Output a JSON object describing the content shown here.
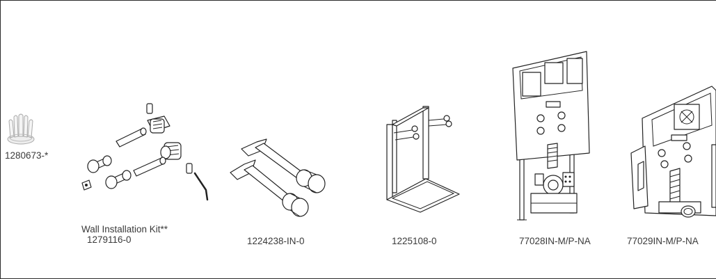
{
  "parts": [
    {
      "id": "cover",
      "label": "1280673-*"
    },
    {
      "id": "wall-kit",
      "title": "Wall Installation Kit**",
      "label": "1279116-0"
    },
    {
      "id": "feet",
      "label": "1224238-IN-0"
    },
    {
      "id": "bracket",
      "label": "1225108-0"
    },
    {
      "id": "frame-tall",
      "label": "77028IN-M/P-NA"
    },
    {
      "id": "frame-short",
      "label": "77029IN-M/P-NA"
    }
  ]
}
